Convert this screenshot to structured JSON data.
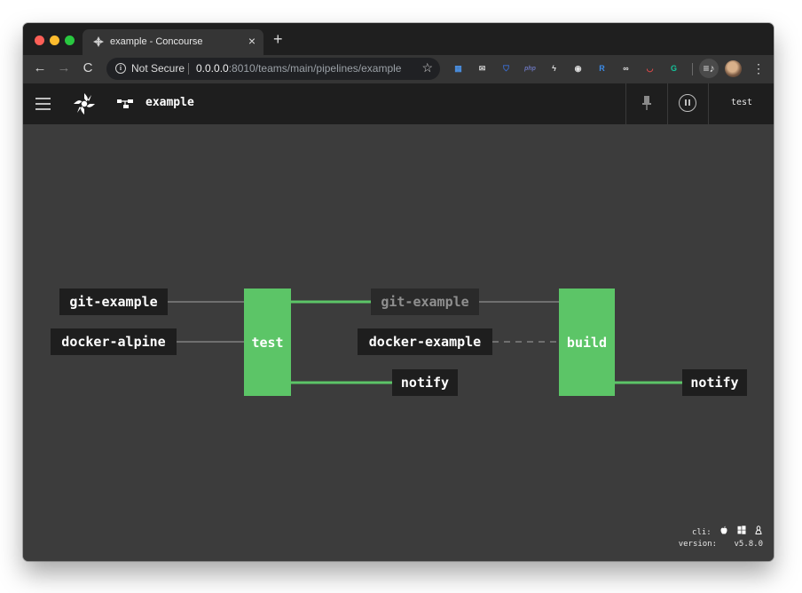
{
  "browser": {
    "tab_title": "example - Concourse",
    "tab_close": "×",
    "new_tab": "+",
    "nav_back": "←",
    "nav_forward": "→",
    "nav_reload": "C",
    "security_label": "Not Secure",
    "url_host": "0.0.0.0",
    "url_rest": ":8010/teams/main/pipelines/example",
    "bookmark": "☆",
    "media": "≡♪",
    "menu": "⋮",
    "extensions": [
      {
        "icon": "blue-extension-icon",
        "glyph": "▦",
        "color": "#4a8fe0"
      },
      {
        "icon": "mail-extension-icon",
        "glyph": "✉",
        "color": "#cfcfcf"
      },
      {
        "icon": "bitwarden-shield-icon",
        "glyph": "⛉",
        "color": "#3c6fd8"
      },
      {
        "icon": "php-extension-icon",
        "glyph": "php",
        "color": "#6a73b8"
      },
      {
        "icon": "lightning-extension-icon",
        "glyph": "ϟ",
        "color": "#e0e0e0"
      },
      {
        "icon": "eye-extension-icon",
        "glyph": "◉",
        "color": "#e0e0e0"
      },
      {
        "icon": "r-extension-icon",
        "glyph": "R",
        "color": "#3b8be8"
      },
      {
        "icon": "glasses-extension-icon",
        "glyph": "∞",
        "color": "#e0e0e0"
      },
      {
        "icon": "pocket-extension-icon",
        "glyph": "◡",
        "color": "#e24a4a"
      },
      {
        "icon": "grammarly-extension-icon",
        "glyph": "G",
        "color": "#15c39a"
      }
    ]
  },
  "app": {
    "pipeline_name": "example",
    "user": "test"
  },
  "pipeline": {
    "resources": {
      "git_example_in": "git-example",
      "docker_alpine": "docker-alpine",
      "git_example_mid": "git-example",
      "docker_example": "docker-example",
      "notify_mid": "notify",
      "notify_out": "notify"
    },
    "jobs": {
      "test": "test",
      "build": "build"
    },
    "colors": {
      "job_green": "#5cc567",
      "edge_grey": "#6f6f6f",
      "node_bg": "#1e1e1e"
    }
  },
  "footer": {
    "cli_label": "cli:",
    "version_label": "version:",
    "version_value": "v5.8.0"
  }
}
